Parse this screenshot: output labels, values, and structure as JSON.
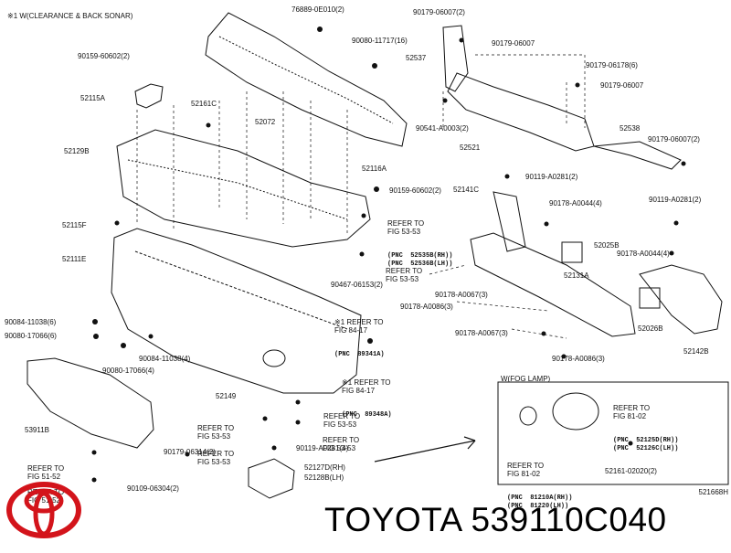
{
  "header_note": "※1 W(CLEARANCE & BACK SONAR)",
  "fog_box_title": "W(FOG LAMP)",
  "diagram_code": "521668H",
  "brand": "TOYOTA",
  "part_number": "539110C040",
  "colors": {
    "logo": "#d3141b",
    "ink": "#111111"
  },
  "icons": {
    "logo": "toyota-logo-icon"
  },
  "parts": [
    {
      "id": "p1",
      "text": "76889-0E010(2)"
    },
    {
      "id": "p2",
      "text": "90179-06007(2)"
    },
    {
      "id": "p3",
      "text": "90080-11717(16)"
    },
    {
      "id": "p4",
      "text": "90179-06007"
    },
    {
      "id": "p5",
      "text": "52537"
    },
    {
      "id": "p6",
      "text": "90159-60602(2)"
    },
    {
      "id": "p7",
      "text": "90179-06178(6)"
    },
    {
      "id": "p8",
      "text": "52115A"
    },
    {
      "id": "p9",
      "text": "90179-06007"
    },
    {
      "id": "p10",
      "text": "52161C"
    },
    {
      "id": "p11",
      "text": "52072"
    },
    {
      "id": "p12",
      "text": "90541-A0003(2)"
    },
    {
      "id": "p13",
      "text": "52538"
    },
    {
      "id": "p14",
      "text": "90179-06007(2)"
    },
    {
      "id": "p15",
      "text": "52521"
    },
    {
      "id": "p16",
      "text": "52129B"
    },
    {
      "id": "p17",
      "text": "52116A"
    },
    {
      "id": "p18",
      "text": "90119-A0281(2)"
    },
    {
      "id": "p19",
      "text": "90159-60602(2)"
    },
    {
      "id": "p20",
      "text": "52141C"
    },
    {
      "id": "p21",
      "text": "90178-A0044(4)"
    },
    {
      "id": "p22",
      "text": "90119-A0281(2)"
    },
    {
      "id": "p23",
      "text": "52115F"
    },
    {
      "id": "p24",
      "text": "52025B"
    },
    {
      "id": "p25",
      "text": "52111E"
    },
    {
      "id": "p26",
      "text": "90178-A0044(4)"
    },
    {
      "id": "p27",
      "text": "90467-06153(2)"
    },
    {
      "id": "p28",
      "text": "52131A"
    },
    {
      "id": "p29",
      "text": "90178-A0067(3)"
    },
    {
      "id": "p30",
      "text": "90178-A0086(3)"
    },
    {
      "id": "p31",
      "text": "90084-11038(6)"
    },
    {
      "id": "p32",
      "text": "90080-17066(6)"
    },
    {
      "id": "p33",
      "text": "52026B"
    },
    {
      "id": "p34",
      "text": "90178-A0067(3)"
    },
    {
      "id": "p35",
      "text": "90084-11038(4)"
    },
    {
      "id": "p36",
      "text": "52142B"
    },
    {
      "id": "p37",
      "text": "90178-A0086(3)"
    },
    {
      "id": "p38",
      "text": "90080-17066(4)"
    },
    {
      "id": "p39",
      "text": "52149"
    },
    {
      "id": "p40",
      "text": "53911B"
    },
    {
      "id": "p41",
      "text": "90119-A0281(4)"
    },
    {
      "id": "p42",
      "text": "90179-06314(2)"
    },
    {
      "id": "p43",
      "text": "52127D(RH)"
    },
    {
      "id": "p44",
      "text": "52128B(LH)"
    },
    {
      "id": "p45",
      "text": "90109-06304(2)"
    },
    {
      "id": "p46",
      "text": "52161-02020(2)"
    }
  ],
  "references": [
    {
      "id": "r1",
      "text": "REFER TO\nFIG 53-53",
      "pnc": "(PNC  52535B(RH))\n(PNC  52536B(LH))"
    },
    {
      "id": "r2",
      "text": "REFER TO\nFIG 53-53",
      "pnc": ""
    },
    {
      "id": "r3",
      "text": "※1 REFER TO\nFIG 84-17",
      "pnc": "(PNC  89341A)"
    },
    {
      "id": "r4",
      "text": "※1 REFER TO\nFIG 84-17",
      "pnc": "(PNC  89348A)"
    },
    {
      "id": "r5",
      "text": "REFER TO\nFIG 53-53",
      "pnc": ""
    },
    {
      "id": "r6",
      "text": "REFER TO\nFIG 53-53",
      "pnc": ""
    },
    {
      "id": "r7",
      "text": "REFER TO\nFIG 53-53",
      "pnc": ""
    },
    {
      "id": "r8",
      "text": "REFER TO\nFIG 53-53",
      "pnc": ""
    },
    {
      "id": "r9",
      "text": "REFER TO\nFIG 51-52",
      "pnc": ""
    },
    {
      "id": "r10",
      "text": "REFER TO\nFIG 51-52",
      "pnc": ""
    },
    {
      "id": "r11",
      "text": "REFER TO\nFIG 81-02",
      "pnc": "(PNC  52125D(RH))\n(PNC  52126C(LH))"
    },
    {
      "id": "r12",
      "text": "REFER TO\nFIG 81-02",
      "pnc": "(PNC  81210A(RH))\n(PNC  81220(LH))"
    }
  ]
}
